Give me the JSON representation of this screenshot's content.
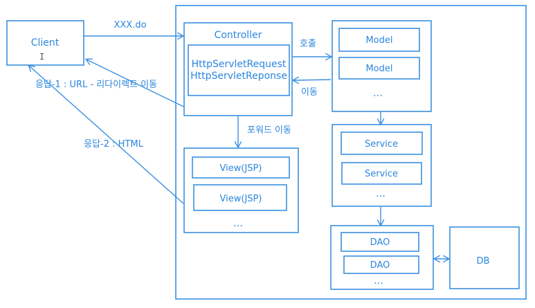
{
  "nodes": {
    "client": "Client",
    "controller": "Controller",
    "request": "HttpServletRequest",
    "response": "HttpServletReponse",
    "model_1": "Model",
    "model_2": "Model",
    "model_more": "…",
    "service_1": "Service",
    "service_2": "Service",
    "service_more": "…",
    "dao_1": "DAO",
    "dao_2": "DAO",
    "dao_more": "…",
    "view_1": "View(JSP)",
    "view_2": "View(JSP)",
    "view_more": "…",
    "db": "DB"
  },
  "edges": {
    "request_url": "XXX.do",
    "call": "호출",
    "move": "이동",
    "forward": "포워드 이동",
    "response_1": "응답-1 : URL - 리다이렉트 이동",
    "response_2": "응답-2 : HTML"
  },
  "colors": {
    "line": "#3a8fe0",
    "text": "#2b86dd"
  }
}
